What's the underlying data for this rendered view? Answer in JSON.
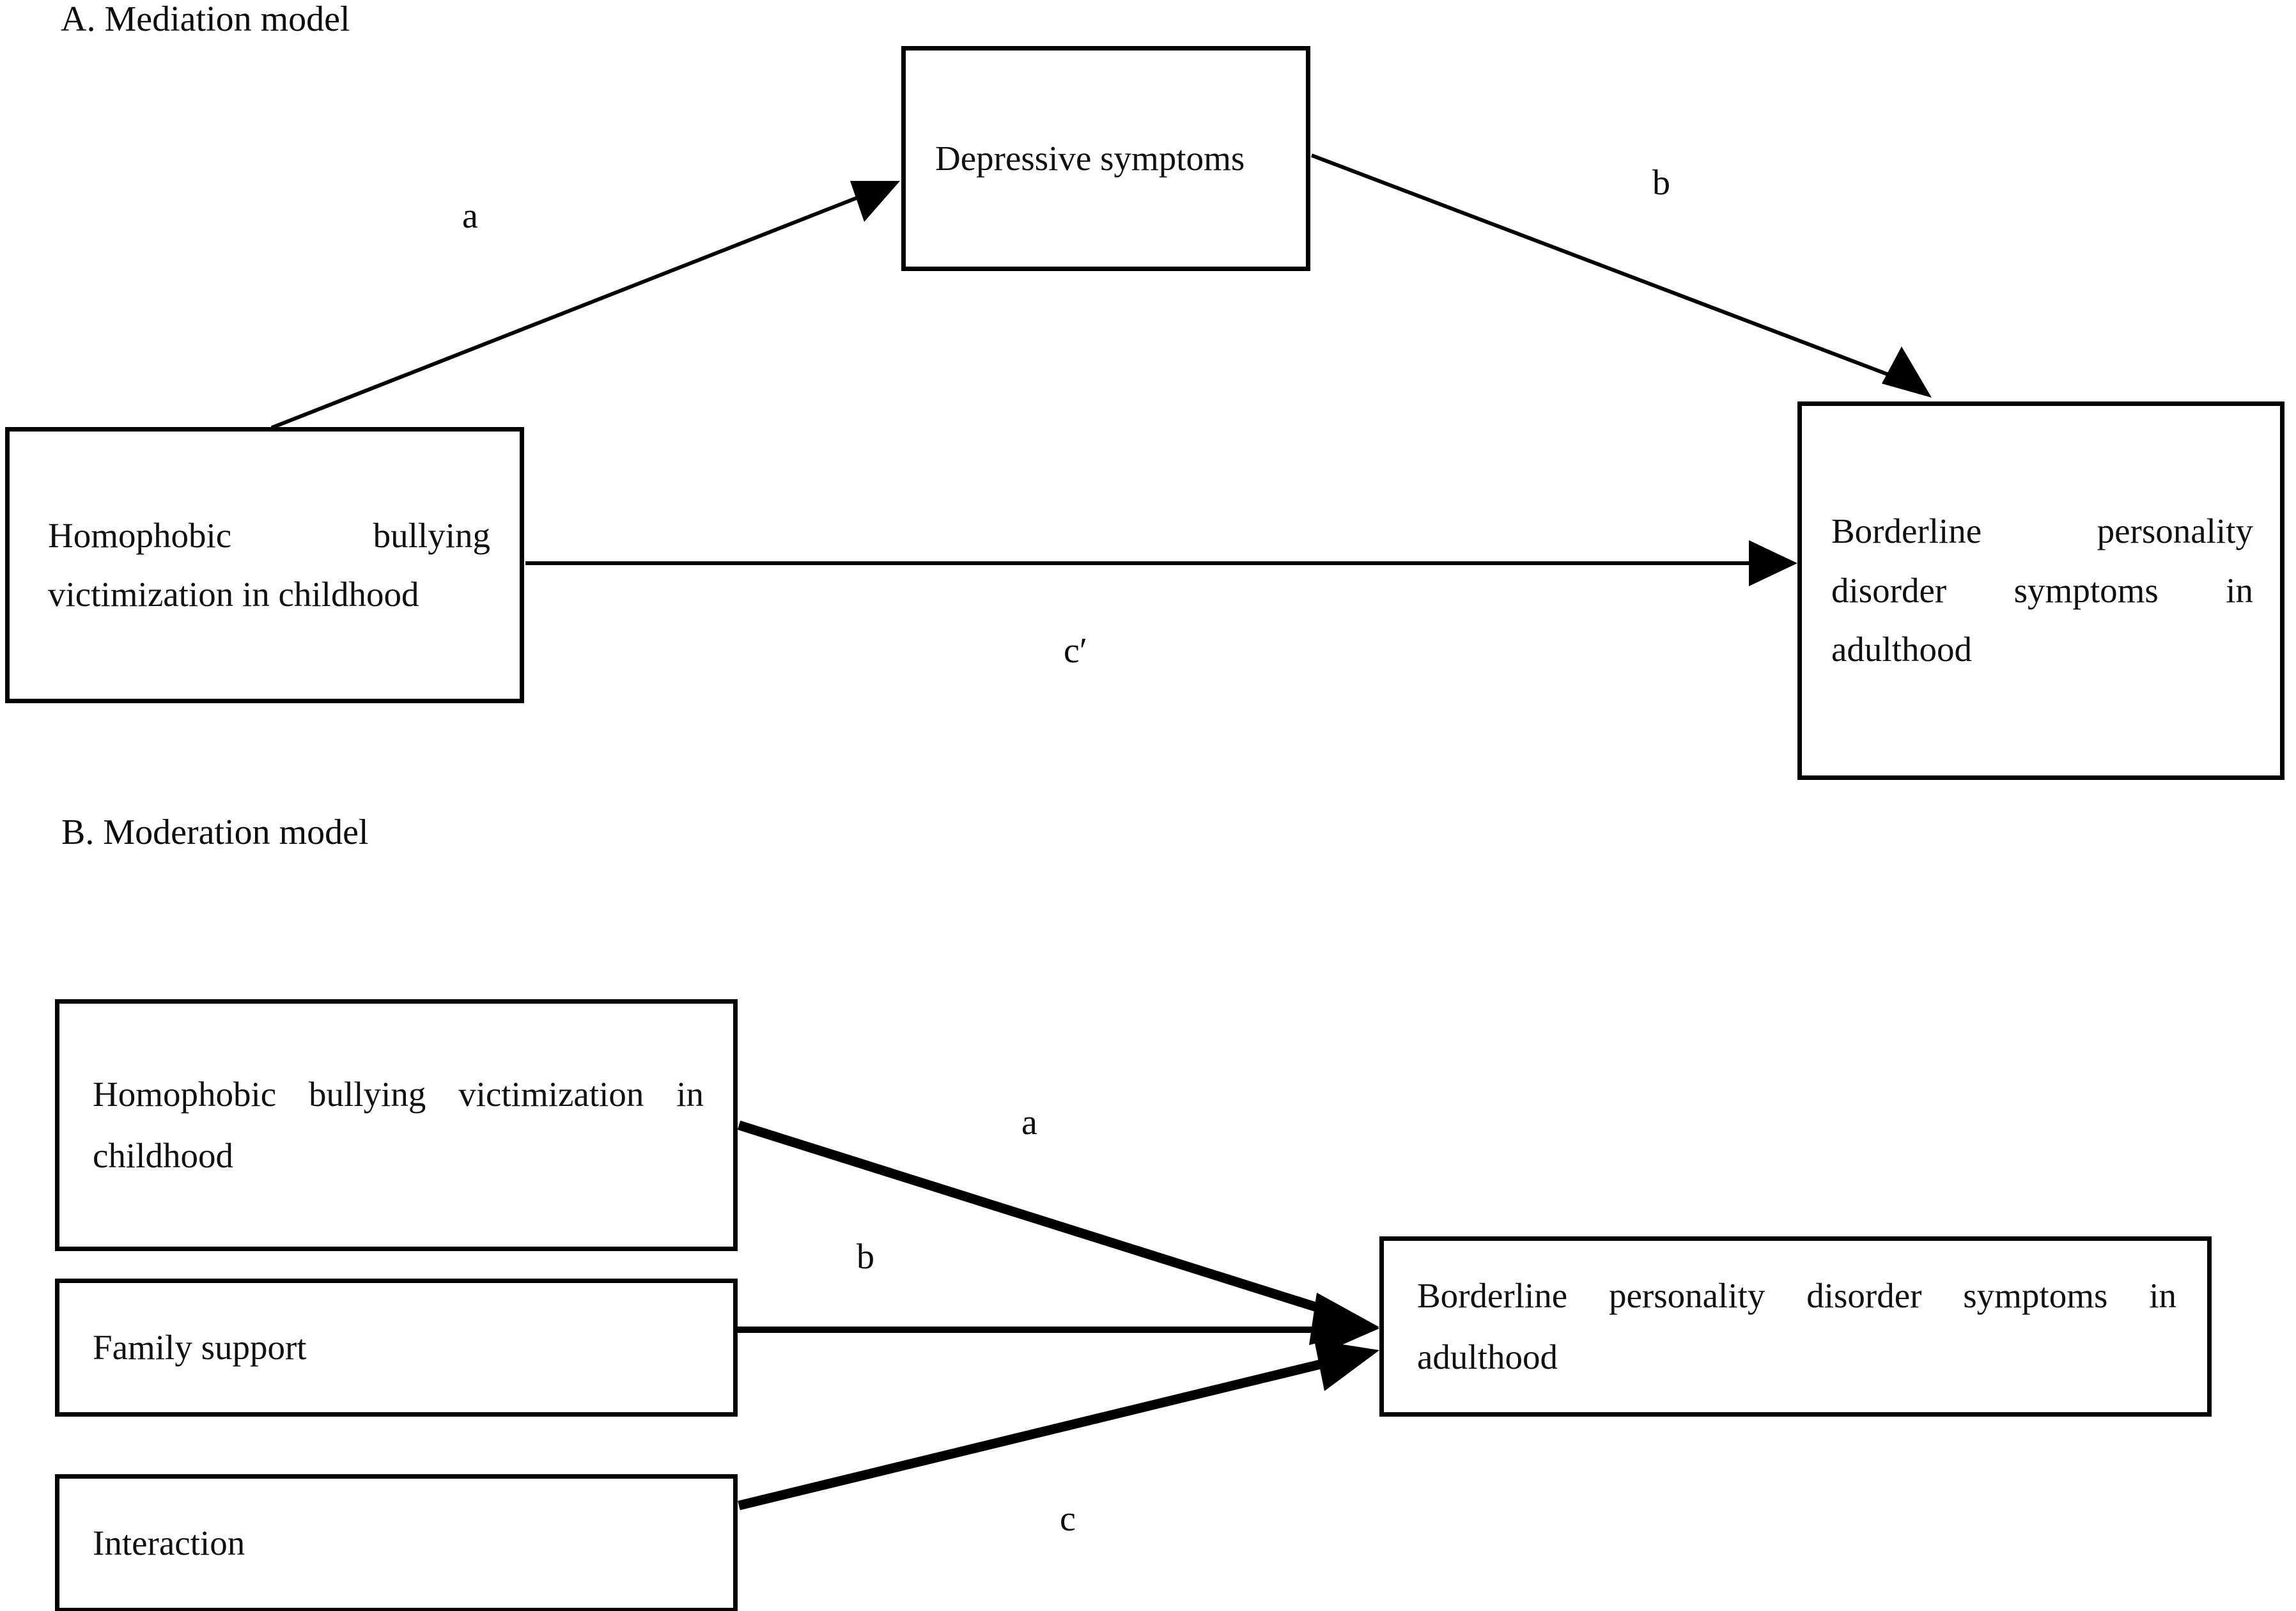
{
  "figure": {
    "type": "path-diagram",
    "panels": [
      {
        "id": "A",
        "title": "A. Mediation model",
        "nodes": [
          {
            "id": "x_a",
            "label": "Homophobic bullying victimization in childhood"
          },
          {
            "id": "m_a",
            "label": "Depressive symptoms"
          },
          {
            "id": "y_a",
            "label": "Borderline personality disorder symptoms in adulthood"
          }
        ],
        "paths": [
          {
            "label": "a",
            "from": "x_a",
            "to": "m_a"
          },
          {
            "label": "b",
            "from": "m_a",
            "to": "y_a"
          },
          {
            "label": "c′",
            "from": "x_a",
            "to": "y_a"
          }
        ]
      },
      {
        "id": "B",
        "title": "B. Moderation model",
        "nodes": [
          {
            "id": "x_b",
            "label": "Homophobic bullying victimization in childhood"
          },
          {
            "id": "w_b",
            "label": "Family support"
          },
          {
            "id": "i_b",
            "label": "Interaction"
          },
          {
            "id": "y_b",
            "label": "Borderline personality disorder symptoms in adulthood"
          }
        ],
        "paths": [
          {
            "label": "a",
            "from": "x_b",
            "to": "y_b"
          },
          {
            "label": "b",
            "from": "w_b",
            "to": "y_b"
          },
          {
            "label": "c",
            "from": "i_b",
            "to": "y_b"
          }
        ]
      }
    ],
    "colors": {
      "stroke": "#000000",
      "text": "#111111",
      "background": "#ffffff"
    }
  }
}
